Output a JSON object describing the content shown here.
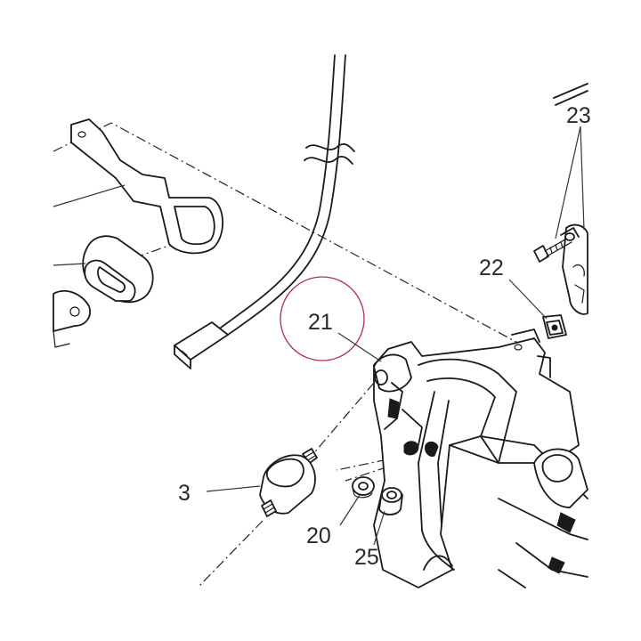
{
  "callouts": {
    "c3": "3",
    "c20": "20",
    "c21": "21",
    "c22": "22",
    "c23": "23",
    "c25": "25"
  },
  "highlight_color": "#b03050"
}
